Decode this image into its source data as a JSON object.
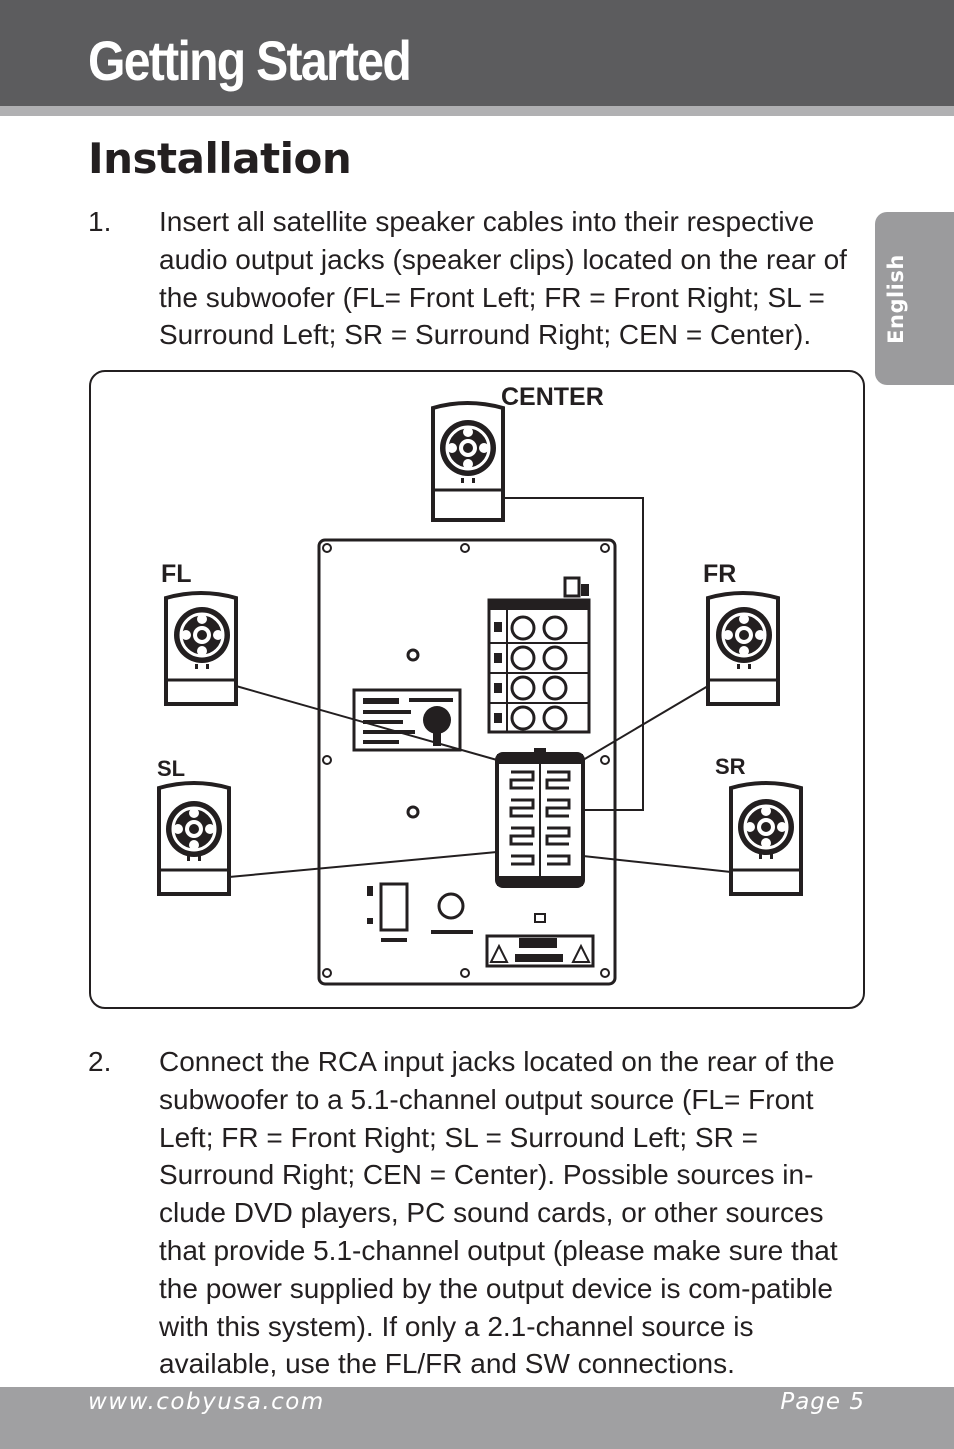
{
  "header": {
    "title": "Getting Started"
  },
  "section": {
    "heading": "Installation"
  },
  "side_tab": {
    "label": "English"
  },
  "steps": [
    {
      "number": "1.",
      "text": "Insert all satellite speaker cables into their respective audio output jacks (speaker clips) located on the rear of the subwoofer (FL= Front Left; FR = Front Right; SL = Surround Left; SR = Surround Right; CEN = Center)."
    },
    {
      "number": "2.",
      "text": "Connect the RCA input jacks located on the rear of the subwoofer to a 5.1-channel output source (FL= Front Left; FR = Front Right; SL = Surround Left; SR = Surround Right; CEN = Center). Possible sources in-clude DVD players, PC sound cards, or other sources that provide 5.1-channel output (please make sure that the power supplied by the output device is com-patible with this system). If only a 2.1-channel source is available, use the FL/FR and SW connections."
    }
  ],
  "diagram": {
    "labels": {
      "center": "CENTER",
      "fl": "FL",
      "fr": "FR",
      "sl": "SL",
      "sr": "SR"
    }
  },
  "footer": {
    "url": "www.cobyusa.com",
    "page": "Page 5"
  }
}
